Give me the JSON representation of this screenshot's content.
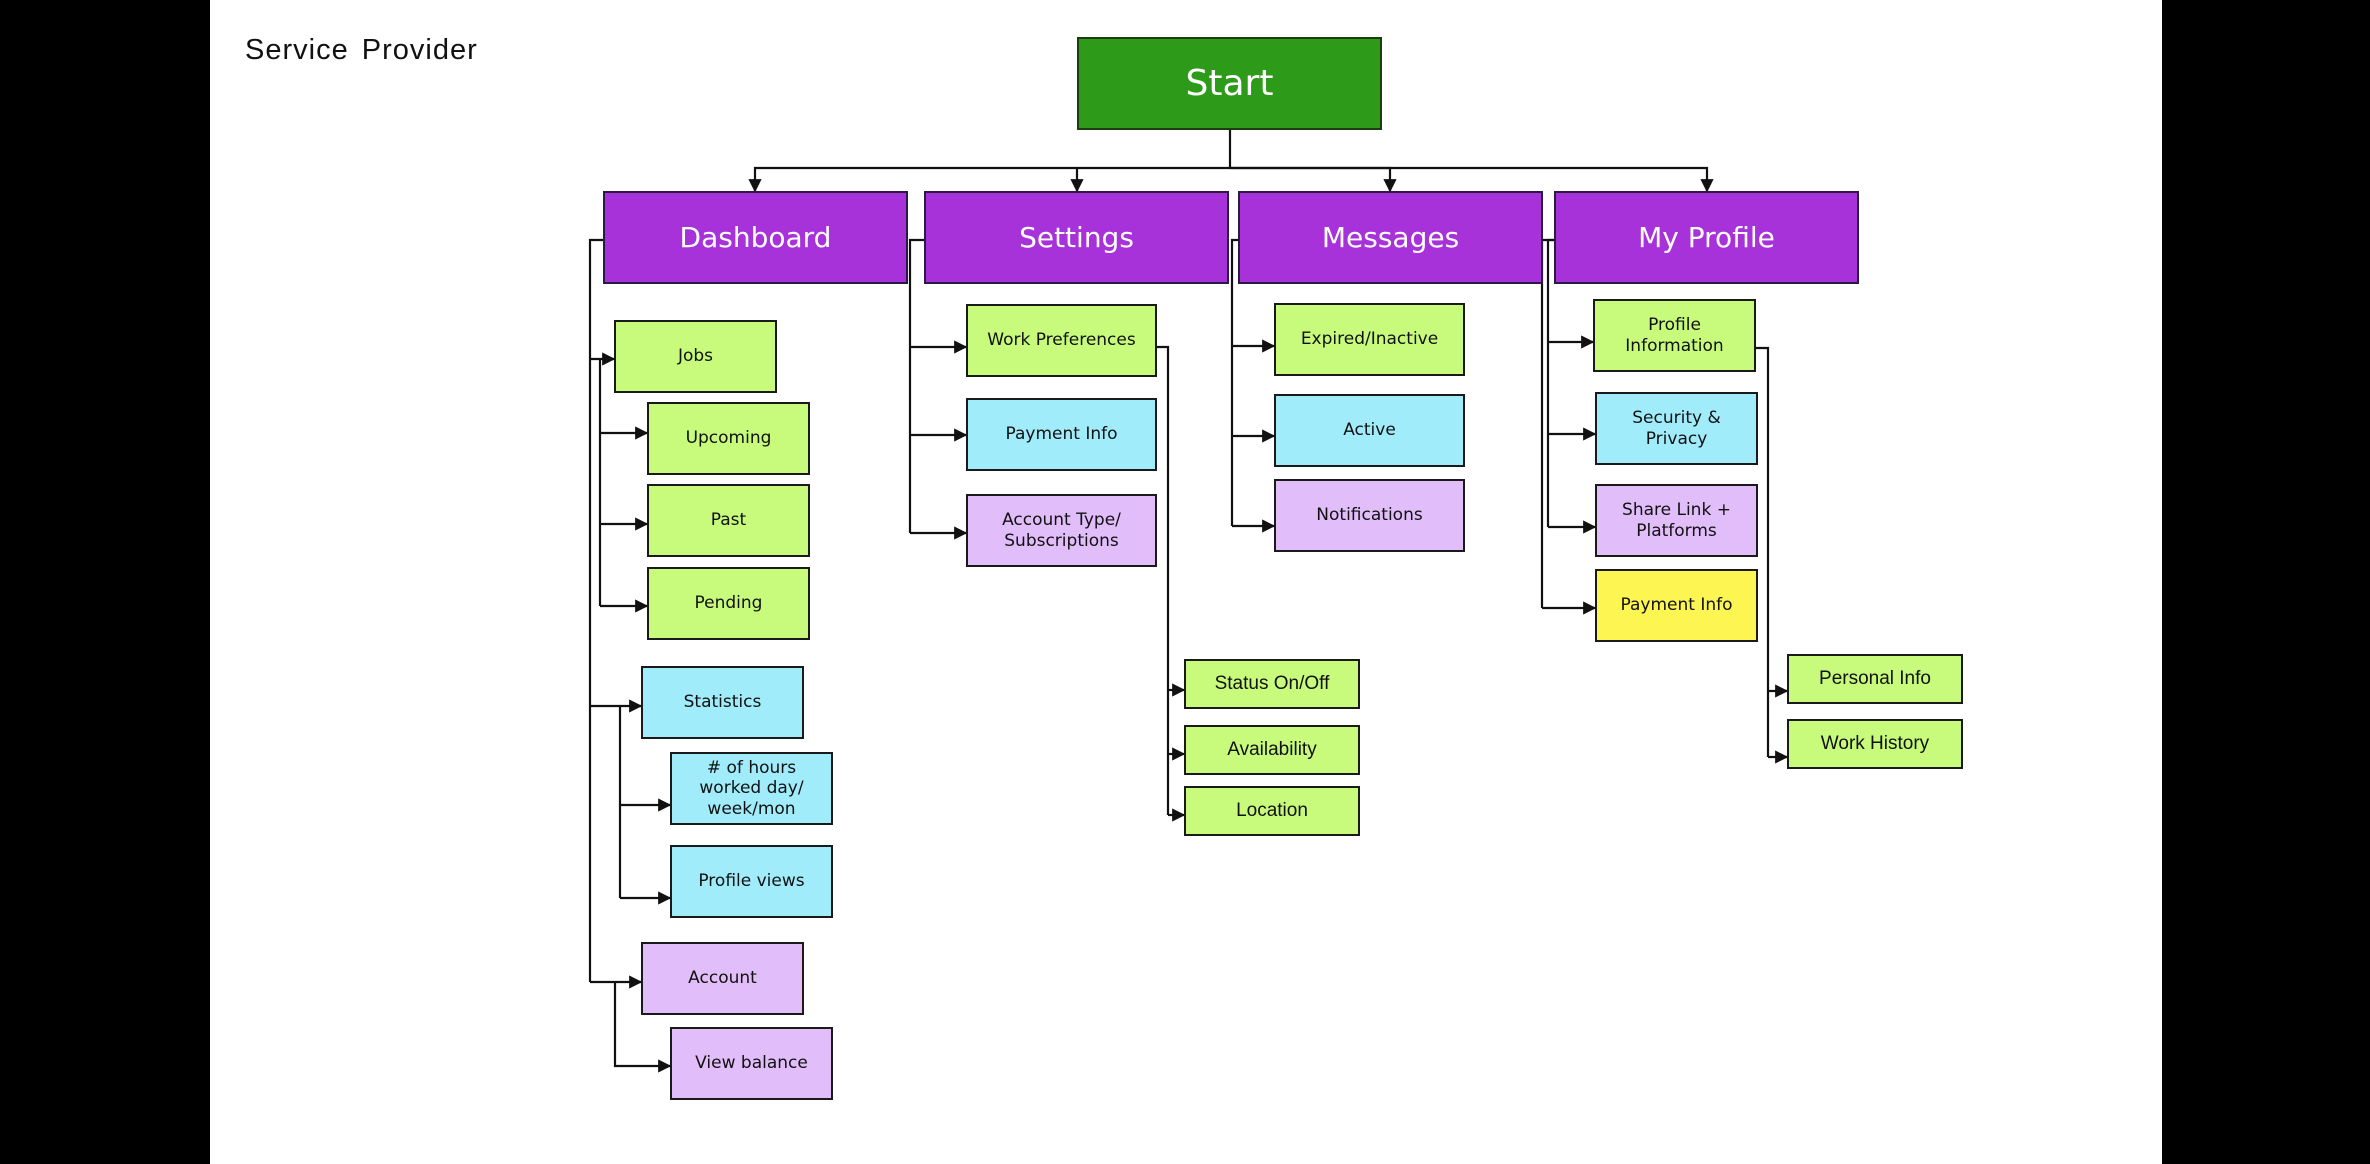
{
  "title": "Service Provider",
  "colors": {
    "start": "#2e9a19",
    "top": "#a832d9",
    "green": "#c8fb7c",
    "blue": "#a0ecfb",
    "purple": "#e1bdfa",
    "yellow": "#fdf552",
    "line": "#111111"
  },
  "nodes": {
    "start": {
      "label": "Start"
    },
    "dashboard": {
      "label": "Dashboard"
    },
    "settings": {
      "label": "Settings"
    },
    "messages": {
      "label": "Messages"
    },
    "my_profile": {
      "label": "My Profile"
    },
    "jobs": {
      "label": "Jobs"
    },
    "upcoming": {
      "label": "Upcoming"
    },
    "past": {
      "label": "Past"
    },
    "pending": {
      "label": "Pending"
    },
    "statistics": {
      "label": "Statistics"
    },
    "hours_worked": {
      "label": "# of hours worked day/ week/mon"
    },
    "profile_views": {
      "label": "Profile views"
    },
    "account": {
      "label": "Account"
    },
    "view_balance": {
      "label": "View balance"
    },
    "work_preferences": {
      "label": "Work Preferences"
    },
    "payment_info_settings": {
      "label": "Payment Info"
    },
    "account_type": {
      "label": "Account Type/ Subscriptions"
    },
    "status_on_off": {
      "label": "Status On/Off"
    },
    "availability": {
      "label": "Availability"
    },
    "location": {
      "label": "Location"
    },
    "expired_inactive": {
      "label": "Expired/Inactive"
    },
    "active": {
      "label": "Active"
    },
    "notifications": {
      "label": "Notifications"
    },
    "profile_information": {
      "label": "Profile Information"
    },
    "security_privacy": {
      "label": "Security & Privacy"
    },
    "share_link": {
      "label": "Share Link + Platforms"
    },
    "payment_info_profile": {
      "label": "Payment Info"
    },
    "personal_info": {
      "label": "Personal Info"
    },
    "work_history": {
      "label": "Work History"
    }
  }
}
